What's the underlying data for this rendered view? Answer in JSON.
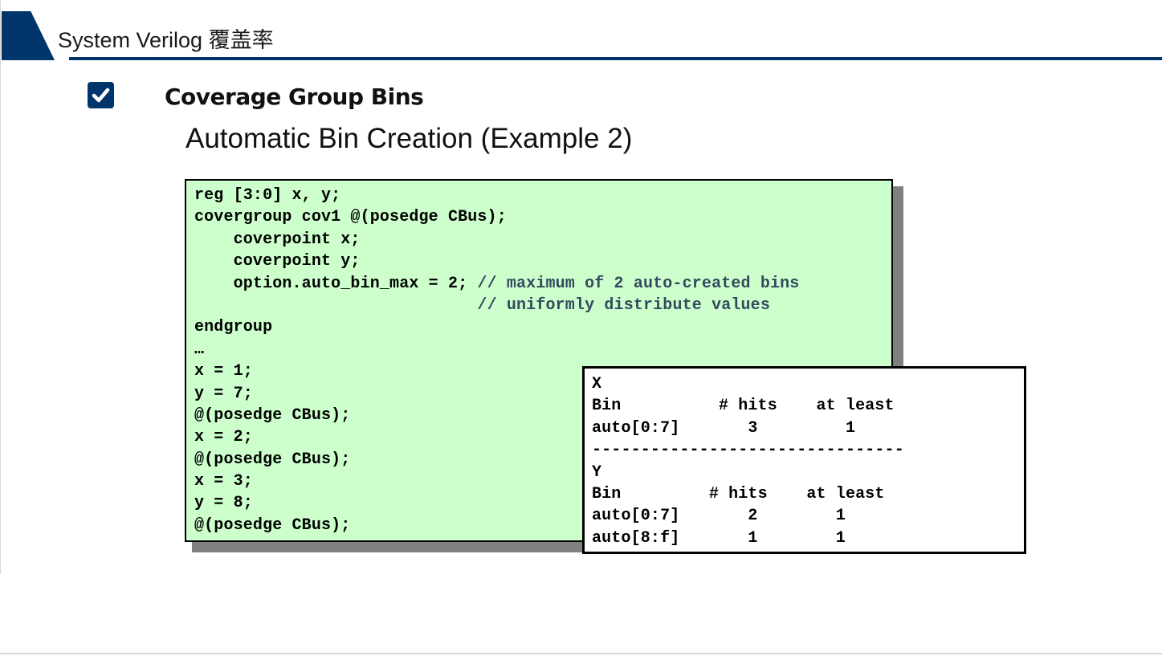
{
  "slide": {
    "title": "System Verilog 覆盖率",
    "section_heading": "Coverage Group Bins",
    "subtitle": "Automatic Bin Creation (Example 2)"
  },
  "colors": {
    "accent": "#00356b",
    "code_background": "#ccffcc",
    "comment_text": "#34495e"
  },
  "icons": {
    "bullet": "checkbox-checked-icon"
  },
  "code": {
    "lines": [
      {
        "code": "reg [3:0] x, y;",
        "comment": ""
      },
      {
        "code": "covergroup cov1 @(posedge CBus);",
        "comment": ""
      },
      {
        "code": "    coverpoint x;",
        "comment": ""
      },
      {
        "code": "    coverpoint y;",
        "comment": ""
      },
      {
        "code": "    option.auto_bin_max = 2; ",
        "comment": "// maximum of 2 auto-created bins"
      },
      {
        "code": "                             ",
        "comment": "// uniformly distribute values"
      },
      {
        "code": "endgroup",
        "comment": ""
      },
      {
        "code": "…",
        "comment": ""
      },
      {
        "code": "x = 1;",
        "comment": ""
      },
      {
        "code": "y = 7;",
        "comment": ""
      },
      {
        "code": "@(posedge CBus);",
        "comment": ""
      },
      {
        "code": "x = 2;",
        "comment": ""
      },
      {
        "code": "@(posedge CBus);",
        "comment": ""
      },
      {
        "code": "x = 3;",
        "comment": ""
      },
      {
        "code": "y = 8;",
        "comment": ""
      },
      {
        "code": "@(posedge CBus);",
        "comment": ""
      }
    ]
  },
  "results": {
    "lines": [
      "X",
      "Bin          # hits    at least",
      "auto[0:7]       3         1",
      "--------------------------------",
      "Y",
      "Bin         # hits    at least",
      "auto[0:7]       2        1",
      "auto[8:f]       1        1"
    ]
  }
}
